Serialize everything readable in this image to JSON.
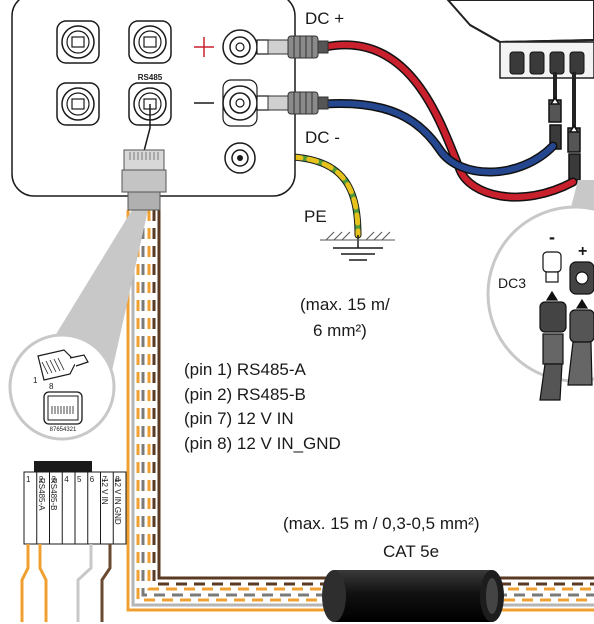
{
  "labels": {
    "dc_plus": "DC +",
    "dc_minus": "DC -",
    "pe": "PE",
    "pe_spec_line1": "(max. 15 m/",
    "pe_spec_line2": "6 mm²)",
    "rs485_port": "RS485",
    "pin1": "(pin 1) RS485-A",
    "pin2": "(pin 2) RS485-B",
    "pin7": "(pin 7) 12 V IN",
    "pin8": "(pin 8) 12 V IN_GND",
    "cat_spec": "(max. 15 m / 0,3-0,5 mm²)",
    "cat_type": "CAT 5e",
    "dc3": "DC3",
    "plus_sign": "+",
    "minus_sign": "-",
    "rj45_pin1": "1",
    "rj45_pin8": "8",
    "jack_pin_order": "87654321"
  },
  "terminal_block": {
    "numbers": [
      "1",
      "2",
      "3",
      "4",
      "5",
      "6",
      "7",
      "8"
    ],
    "pin1_label": "RS485-A",
    "pin2_label": "RS485-B",
    "pin7_label": "12 V IN",
    "pin8_label": "12 V IN GND"
  },
  "colors": {
    "dc_plus": "#c8202c",
    "dc_minus": "#24478f",
    "pe_green": "#4f9a3a",
    "pe_yellow": "#e8c21c",
    "orange": "#f0a030",
    "brown": "#5a3a22",
    "grey_cable": "#b0b0b0"
  }
}
